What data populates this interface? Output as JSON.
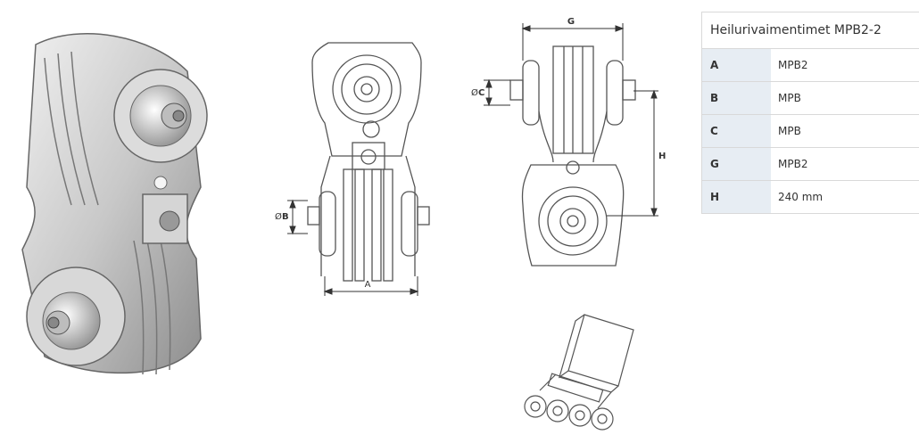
{
  "drawing_labels": {
    "front_width": "A",
    "front_pin": "B",
    "side_pin": "C",
    "side_width": "G",
    "side_height": "H",
    "diameter_symbol": "Ø"
  },
  "spec": {
    "title": "Heilurivaimentimet MPB2-2",
    "rows": [
      {
        "key": "A",
        "value": "MPB2"
      },
      {
        "key": "B",
        "value": "MPB"
      },
      {
        "key": "C",
        "value": "MPB"
      },
      {
        "key": "G",
        "value": "MPB2"
      },
      {
        "key": "H",
        "value": "240 mm"
      }
    ]
  },
  "colors": {
    "line": "#555555",
    "metal_light": "#e2e2e2",
    "metal_dark": "#9a9a9a",
    "table_key_bg": "#e7edf3",
    "border": "#d9d9d9"
  }
}
